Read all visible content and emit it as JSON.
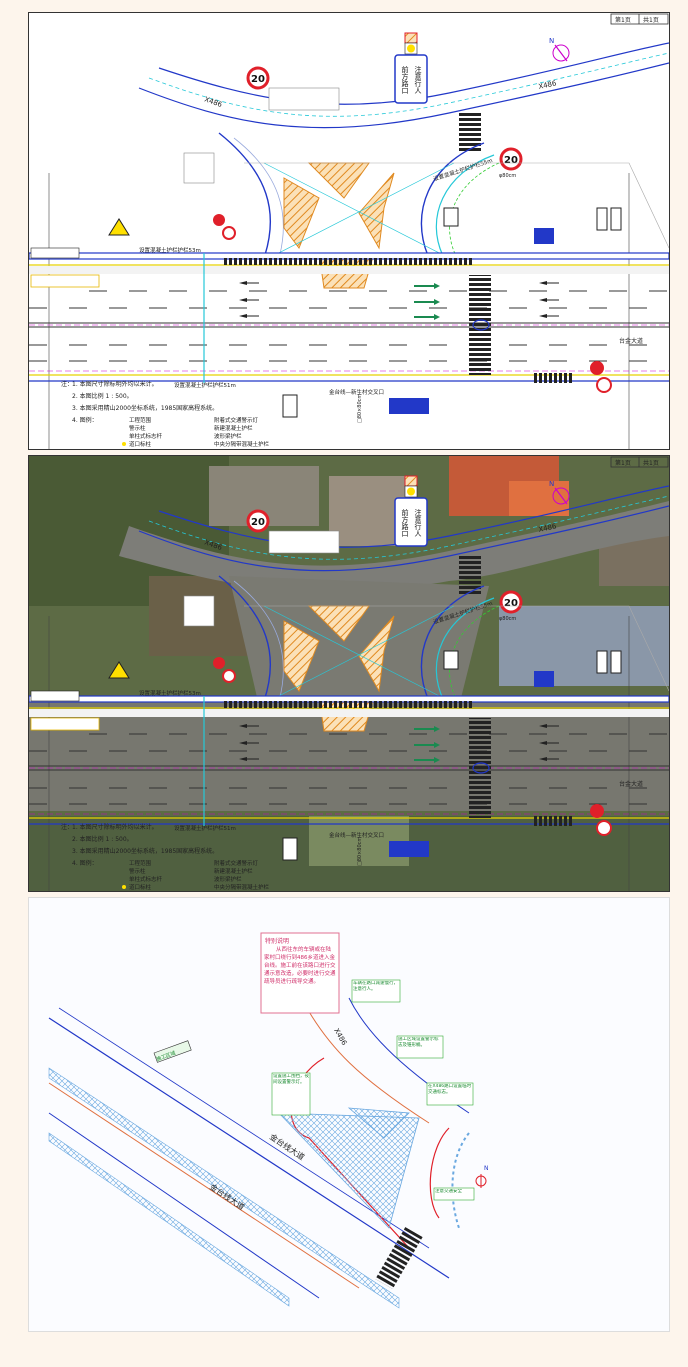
{
  "sheet": {
    "page_no": "第1页",
    "page_total": "共1页"
  },
  "signs": {
    "speed_limit": "20",
    "warning_col1": "注意行人",
    "warning_col2": "前方路口"
  },
  "roads": {
    "north_road": "X486",
    "main_road_east": "台金大道",
    "main_road_diagram": "金台线大道",
    "village_label": "金台线—新生村交叉口"
  },
  "annotations": {
    "guardrail_west": "设置混凝土护栏护栏53m",
    "guardrail_south": "设置混凝土护栏护栏51m",
    "guardrail_north": "设置混凝土护栏护栏55m",
    "sign_size_a": "φ80cm",
    "sign_size_b": "□80×80cm"
  },
  "notes": {
    "heading": "注：",
    "items": [
      "1. 本图尺寸除标明外均以米计。",
      "2. 本图比例 1 : 500。",
      "3. 本图采用精山2000坐标系统，1985国家高程系统。",
      "4. 图例："
    ],
    "legend": [
      {
        "label": "工程范围"
      },
      {
        "label": "警示柱"
      },
      {
        "label": "单柱式标志杆"
      },
      {
        "label": "道口标柱"
      },
      {
        "label": "附着式交通警示灯"
      },
      {
        "label": "新建混凝土护栏"
      },
      {
        "label": "波形梁护栏"
      },
      {
        "label": "中央分隔带混凝土护栏"
      }
    ]
  },
  "diagram3": {
    "special_note_title": "特别说明",
    "special_note_body": "从西往东的车辆或在陆家村口绕行到486乡道进入金台线。施工前在该路口进行交通示意改造，必要时进行交通疏导员进行疏导交通。",
    "green_notes": [
      "车辆在路口减速慢行，注意行人。",
      "施工区域设置警示标志及锥形桶。",
      "在X486路口设置临时交通标志。",
      "设置施工围挡，夜间设置警示灯。",
      "注意交通安全"
    ],
    "site_tag": "施工区域"
  },
  "colors": {
    "speed_red": "#e0202a",
    "sign_blue": "#2238c8",
    "hatch_orange": "#f0a040",
    "guide_cyan": "#25c8d8"
  }
}
